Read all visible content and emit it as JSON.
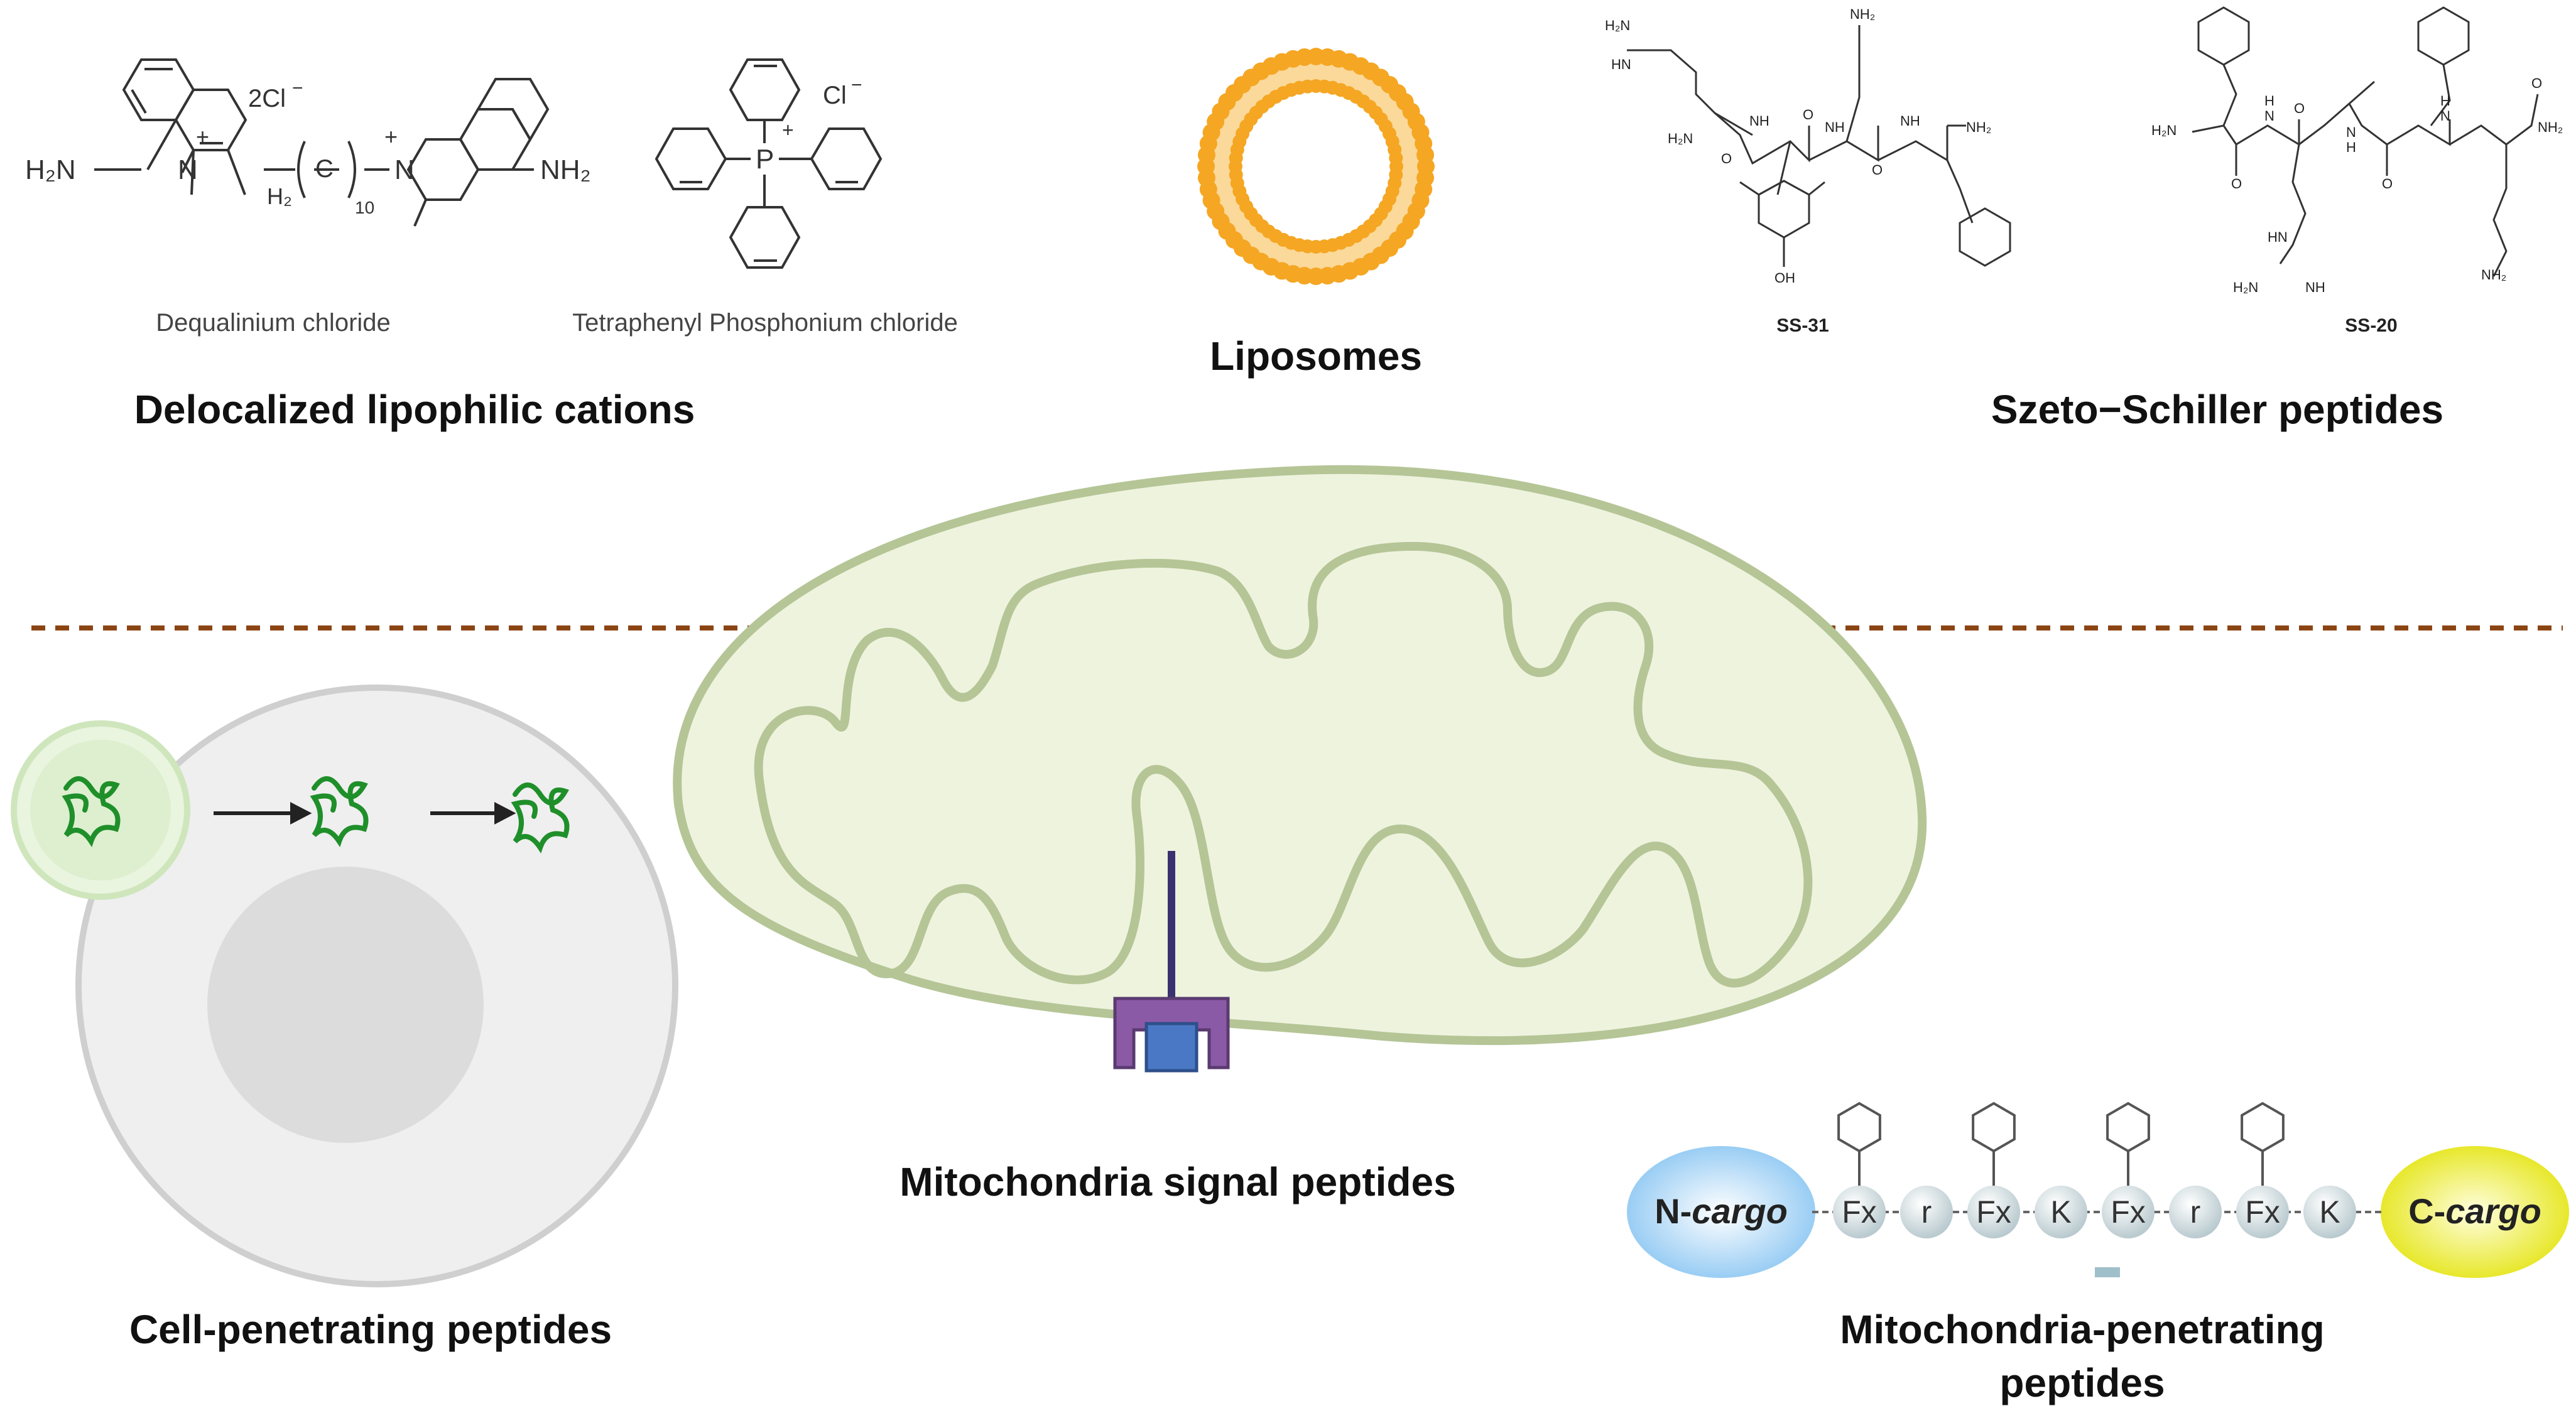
{
  "sections": {
    "dlc": {
      "title": "Delocalized lipophilic cations",
      "dequalinium": {
        "caption": "Dequalinium chloride",
        "counter_ion": "2Cl",
        "counter_ion_charge": "−",
        "amine_left": "H₂N",
        "amine_right": "NH₂",
        "ring_n": "N",
        "charge": "+",
        "linker_h": "H₂",
        "linker_c": "C",
        "linker_n": "10"
      },
      "tpp": {
        "caption": "Tetraphenyl Phosphonium chloride",
        "counter_ion": "Cl",
        "counter_ion_charge": "−",
        "atom": "P",
        "charge": "+"
      }
    },
    "liposomes": {
      "title": "Liposomes"
    },
    "ss": {
      "title": "Szeto−Schiller peptides",
      "ss31_caption": "SS-31",
      "ss20_caption": "SS-20",
      "atoms": {
        "nh2": "NH₂",
        "h2n": "H₂N",
        "nh": "NH",
        "hn": "HN",
        "h": "H",
        "n": "N",
        "oh": "OH",
        "o": "O"
      }
    },
    "cpp": {
      "title": "Cell-penetrating peptides"
    },
    "msp": {
      "title": "Mitochondria signal peptides"
    },
    "mpp": {
      "title_line1": "Mitochondria-penetrating",
      "title_line2": "peptides",
      "n_cargo_prefix": "N-",
      "n_cargo_word": "cargo",
      "c_cargo_prefix": "C-",
      "c_cargo_word": "cargo",
      "residues": [
        "Fx",
        "r",
        "Fx",
        "K",
        "Fx",
        "r",
        "Fx",
        "K"
      ]
    }
  },
  "colors": {
    "divider": "#8b4513",
    "mito_fill": "#eef3de",
    "mito_stroke": "#b5c596",
    "cell_fill": "#efefef",
    "nucleus_fill": "#dcdcdc",
    "vesicle": "#d9ecc9",
    "peptide_green": "#1f8f2a",
    "liposome": "#f5a623",
    "receptor_purple": "#8a5aa6",
    "receptor_blue": "#4a78c4",
    "n_cargo": "#a9d4f5",
    "c_cargo": "#e8e82a",
    "residue_bead": "#dde7ea"
  }
}
